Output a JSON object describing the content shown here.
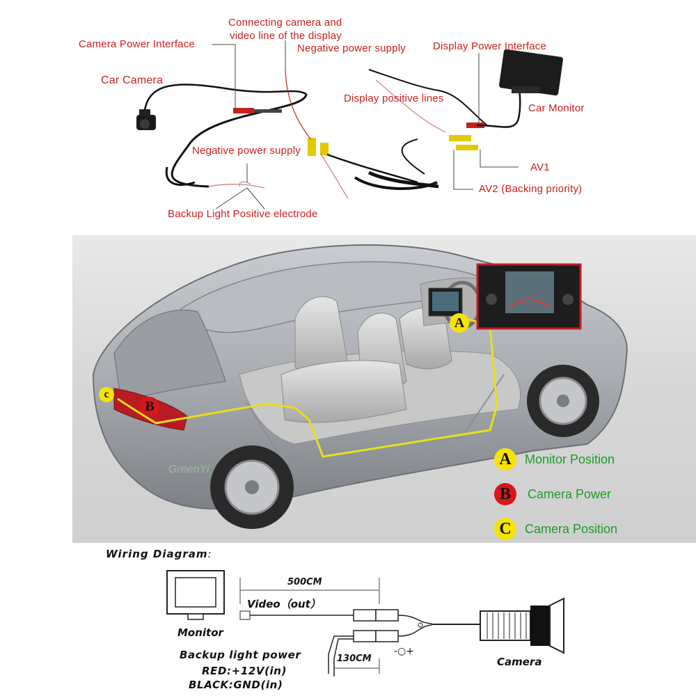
{
  "top_labels": {
    "connecting": "Connecting camera and",
    "connecting2": "video line of the display",
    "camera_power_interface": "Camera Power Interface",
    "negative_power_top": "Negative power supply",
    "display_power_interface": "Display Power Interface",
    "car_camera": "Car Camera",
    "display_positive": "Display positive lines",
    "car_monitor": "Car Monitor",
    "negative_power_bottom": "Negative power supply",
    "av1": "AV1",
    "av2": "AV2 (Backing priority)",
    "backup_light": "Backup Light Positive electrode"
  },
  "car_panel": {
    "watermark": "GreenYi",
    "marker_a": "A",
    "marker_b": "B",
    "marker_c": "c",
    "colors": {
      "a": "#f5e400",
      "b": "#d8161c",
      "c": "#f5e400",
      "legend_text": "#1f9a2a",
      "wire": "#e8df1a"
    }
  },
  "legend": [
    {
      "letter": "A",
      "text": "Monitor Position"
    },
    {
      "letter": "B",
      "text": "Camera Power"
    },
    {
      "letter": "C",
      "text": "Camera Position"
    }
  ],
  "wiring": {
    "title": "Wiring Diagram",
    "title_colon": ":",
    "length_500": "500CM",
    "video_out": "Video（out）",
    "monitor": "Monitor",
    "backup_power": "Backup light power",
    "length_130": "130CM",
    "polarity": "-○+",
    "camera": "Camera",
    "red": "RED:+12V(in)",
    "black": "BLACK:GND(in)"
  }
}
